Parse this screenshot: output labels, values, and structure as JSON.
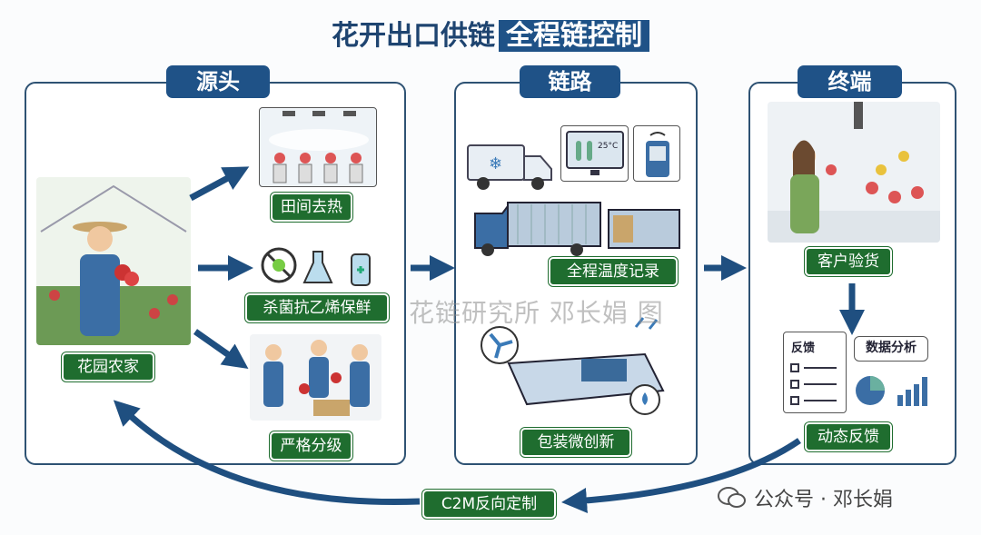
{
  "title": {
    "main": "花开出口供链",
    "highlight": "全程链控制"
  },
  "sections": [
    {
      "tab": "源头",
      "labels": [
        "花园农家",
        "田间去热",
        "杀菌抗乙烯保鲜",
        "严格分级"
      ]
    },
    {
      "tab": "链路",
      "labels": [
        "全程温度记录",
        "包装微创新"
      ]
    },
    {
      "tab": "终端",
      "labels": [
        "客户验货",
        "动态反馈"
      ]
    }
  ],
  "monitor": {
    "temp": "25°C"
  },
  "feedback_card": {
    "form_title": "反馈",
    "bubble": "数据分析"
  },
  "loop_label": "C2M反向定制",
  "watermark": "花链研究所 邓长娟 图",
  "wechat": "公众号 · 邓长娟",
  "colors": {
    "navy": "#1f5287",
    "green": "#1f6d2f",
    "arrow": "#1f4f80"
  }
}
